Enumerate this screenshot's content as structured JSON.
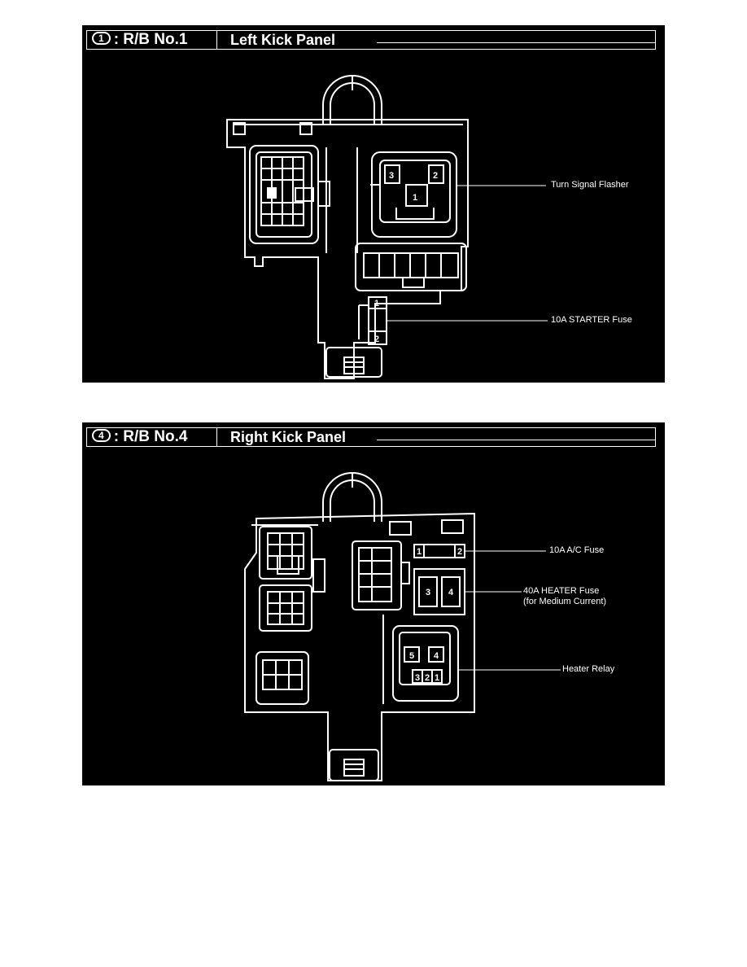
{
  "panels": [
    {
      "symbol": "1",
      "code": ": R/B No.1",
      "title": "Left Kick Panel",
      "callouts": {
        "flasher": "Turn Signal Flasher",
        "starter": "10A STARTER Fuse"
      },
      "pins": {
        "flasher_a": "3",
        "flasher_b": "2",
        "flasher_c": "1",
        "starter_top": "1",
        "starter_bottom": "2"
      }
    },
    {
      "symbol": "4",
      "code": ": R/B No.4",
      "title": "Right Kick Panel",
      "callouts": {
        "ac_fuse": "10A A/C Fuse",
        "heater_fuse_line1": "40A HEATER Fuse",
        "heater_fuse_line2": "(for Medium Current)",
        "heater_relay": "Heater Relay"
      },
      "pins": {
        "ac_left": "1",
        "ac_right": "2",
        "heater_left": "3",
        "heater_right": "4",
        "relay_5": "5",
        "relay_4": "4",
        "relay_3": "3",
        "relay_2": "2",
        "relay_1": "1"
      }
    }
  ]
}
